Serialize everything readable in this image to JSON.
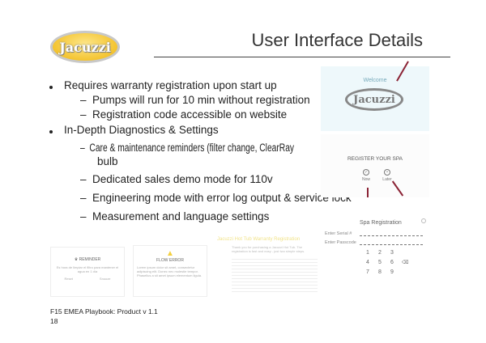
{
  "logo_text": "Jacuzzi",
  "title": "User Interface Details",
  "bullets": [
    {
      "text": "Requires warranty registration upon start up",
      "subs": [
        "Pumps will run for 10 min without registration",
        "Registration code accessible on website"
      ]
    },
    {
      "text": "In-Depth Diagnostics & Settings",
      "subs": [
        "Care & maintenance reminders (filter change, ClearRay",
        "bulb",
        "Dedicated sales demo mode for 110v",
        "Engineering mode with error log output & service lock",
        "Measurement and language settings"
      ]
    }
  ],
  "screens": {
    "welcome": {
      "label": "Welcome",
      "logo": "Jacuzzi"
    },
    "register": {
      "title": "REGISTER YOUR SPA",
      "now": "Now",
      "later": "Later"
    },
    "spa_registration": {
      "title": "Spa Registration",
      "serial_label": "Enter Serial #",
      "passcode_label": "Enter Passcode",
      "keys": [
        "1",
        "2",
        "3",
        "4",
        "5",
        "6",
        "7",
        "8",
        "9"
      ]
    },
    "reminder": {
      "title": "REMINDER",
      "body": "Es hora de limpiar el filtro para mantener el agua en 1 día",
      "btn1": "Reset",
      "btn2": "Snooze"
    },
    "flow_error": {
      "title": "FLOW ERROR",
      "body": "Lorem ipsum dolor sit amet, consectetur adipiscing elit. Donec nec molestie tempor. Phasellus a sit amet ipsum elementum ligula."
    },
    "warranty": {
      "title": "Jacuzzi Hot Tub Warranty Registration",
      "intro": "Thank you for purchasing a Jacuzzi Hot Tub. The registration is fast and easy - just two simple steps."
    }
  },
  "footer": {
    "line1": "F15 EMEA Playbook: Product v 1.1",
    "page": "18"
  }
}
